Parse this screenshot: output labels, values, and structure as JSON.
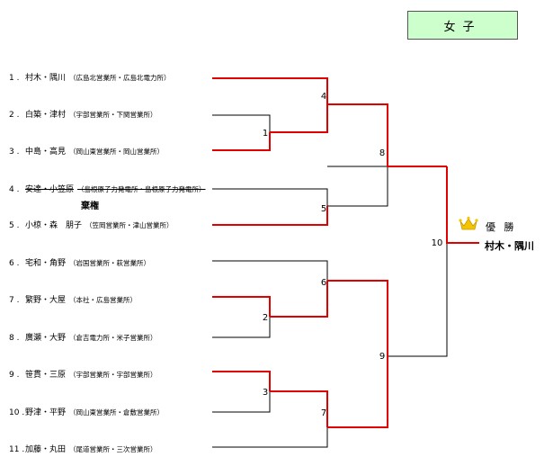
{
  "header": {
    "title": "女子"
  },
  "entries": [
    {
      "no": "1 .",
      "names": "村木・隅川",
      "affil": "（広島北営業所・広島北電力所）",
      "withdrawn": false
    },
    {
      "no": "2 .",
      "names": "白築・津村",
      "affil": "（宇部営業所・下関営業所）",
      "withdrawn": false
    },
    {
      "no": "3 .",
      "names": "中島・高見",
      "affil": "（岡山東営業所・岡山営業所）",
      "withdrawn": false
    },
    {
      "no": "4 .",
      "names": "安達・小笠原",
      "affil": "（島根原子力発電所・島根原子力発電所）",
      "withdrawn": true
    },
    {
      "no": "5 .",
      "names": "小椋・森　朋子",
      "affil": "（笠岡営業所・津山営業所）",
      "withdrawn": false
    },
    {
      "no": "6 .",
      "names": "宅和・角野",
      "affil": "（岩国営業所・萩営業所）",
      "withdrawn": false
    },
    {
      "no": "7 .",
      "names": "繁野・大屋",
      "affil": "（本社・広島営業所）",
      "withdrawn": false
    },
    {
      "no": "8 .",
      "names": "廣瀬・大野",
      "affil": "（倉吉電力所・米子営業所）",
      "withdrawn": false
    },
    {
      "no": "9 .",
      "names": "笹貫・三原",
      "affil": "（宇部営業所・宇部営業所）",
      "withdrawn": false
    },
    {
      "no": "10 .",
      "names": "野津・平野",
      "affil": "（岡山東営業所・倉敷営業所）",
      "withdrawn": false
    },
    {
      "no": "11 .",
      "names": "加藤・丸田",
      "affil": "（尾道営業所・三次営業所）",
      "withdrawn": false
    }
  ],
  "note": "棄権",
  "matches": [
    "1",
    "2",
    "3",
    "4",
    "5",
    "6",
    "7",
    "8",
    "9",
    "10"
  ],
  "champion": {
    "label": "優 勝",
    "winner": "村木・隅川"
  },
  "colors": {
    "win": "#e00000",
    "lose": "#000000",
    "title_bg": "#ccffcc"
  }
}
